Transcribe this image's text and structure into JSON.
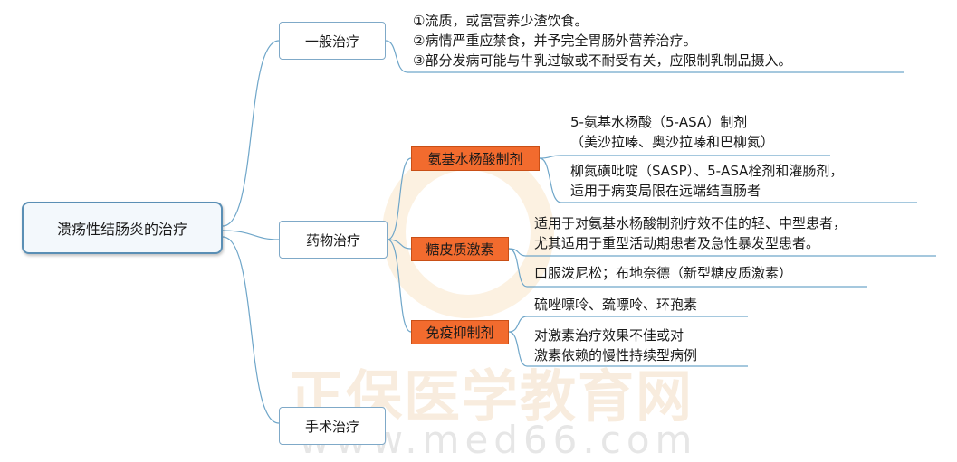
{
  "root": "溃疡性结肠炎的治疗",
  "general": {
    "label": "一般治疗",
    "items": [
      "①流质，或富营养少渣饮食。",
      "②病情严重应禁食，并予完全胃肠外营养治疗。",
      "③部分发病可能与牛乳过敏或不耐受有关，应限制乳制品摄入。"
    ]
  },
  "drug": {
    "label": "药物治疗",
    "asa": {
      "label": "氨基水杨酸制剂",
      "note1": [
        "5-氨基水杨酸（5-ASA）制剂",
        "（美沙拉嗪、奥沙拉嗪和巴柳氮）"
      ],
      "note2": [
        "柳氮磺吡啶（SASP）、5-ASA栓剂和灌肠剂，",
        "适用于病变局限在远端结直肠者"
      ]
    },
    "steroid": {
      "label": "糖皮质激素",
      "note1": [
        "适用于对氨基水杨酸制剂疗效不佳的轻、中型患者，",
        "尤其适用于重型活动期患者及急性暴发型患者。"
      ],
      "note2": [
        "口服泼尼松；布地奈德（新型糖皮质激素）"
      ]
    },
    "immune": {
      "label": "免疫抑制剂",
      "note1": [
        "硫唑嘌呤、巯嘌呤、环孢素"
      ],
      "note2": [
        "对激素治疗效果不佳或对",
        "激素依赖的慢性持续型病例"
      ]
    }
  },
  "surgery": {
    "label": "手术治疗"
  },
  "watermark": {
    "cn": "正保医学教育网",
    "url": "www.med66.com"
  },
  "colors": {
    "branch": "#6fa6c9",
    "orange": "#f26b2e",
    "rootBorder": "#5a8fb5"
  }
}
